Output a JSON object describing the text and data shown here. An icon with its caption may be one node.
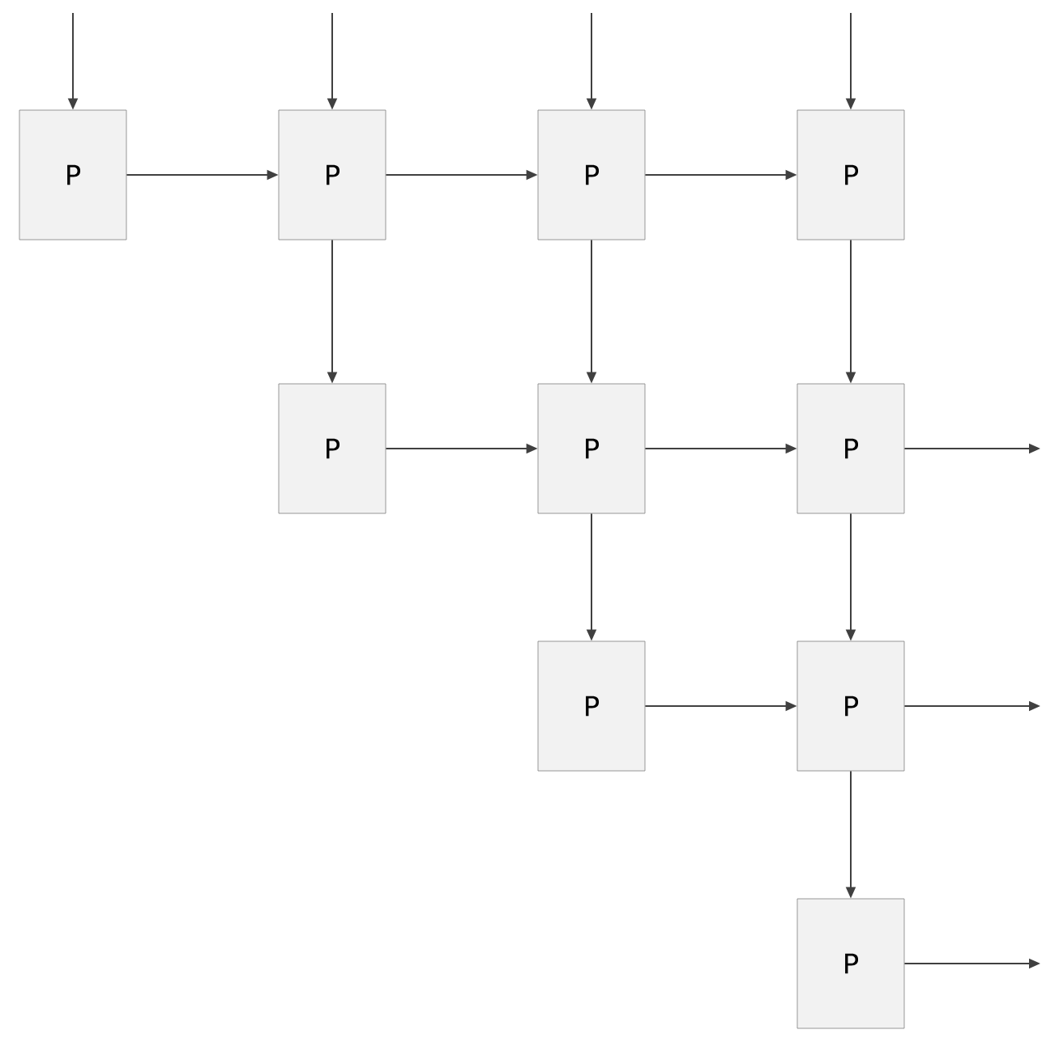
{
  "diagram": {
    "nodes": [
      {
        "text": [
          "P"
        ]
      },
      {
        "text": [
          "P"
        ]
      },
      {
        "text": [
          "P"
        ]
      },
      {
        "text": [
          "P"
        ]
      },
      {
        "text": [
          "P"
        ]
      },
      {
        "text": [
          "P"
        ]
      },
      {
        "text": [
          "P"
        ]
      },
      {
        "text": [
          "P"
        ]
      },
      {
        "text": [
          "P"
        ]
      },
      {
        "text": [
          "P"
        ]
      }
    ],
    "edges": [
      {
        "from": null,
        "to": 0,
        "arrow": "to"
      },
      {
        "from": null,
        "to": 1,
        "arrow": "to"
      },
      {
        "from": null,
        "to": 2,
        "arrow": "to"
      },
      {
        "from": null,
        "to": 3,
        "arrow": "to"
      },
      {
        "from": 0,
        "to": 1,
        "arrow": "to"
      },
      {
        "from": 1,
        "to": 2,
        "arrow": "to"
      },
      {
        "from": 2,
        "to": 3,
        "arrow": "to"
      },
      {
        "from": 1,
        "to": 4,
        "arrow": "to"
      },
      {
        "from": 2,
        "to": 5,
        "arrow": "to"
      },
      {
        "from": 3,
        "to": 6,
        "arrow": "to"
      },
      {
        "from": 4,
        "to": 5,
        "arrow": "to"
      },
      {
        "from": 5,
        "to": 6,
        "arrow": "to"
      },
      {
        "from": 6,
        "to": null,
        "arrow": "to"
      },
      {
        "from": 5,
        "to": 7,
        "arrow": "to"
      },
      {
        "from": 6,
        "to": 8,
        "arrow": "to"
      },
      {
        "from": 7,
        "to": 8,
        "arrow": "to"
      },
      {
        "from": 8,
        "to": null,
        "arrow": "to"
      },
      {
        "from": 8,
        "to": 9,
        "arrow": "to"
      },
      {
        "from": 9,
        "to": null,
        "arrow": "to"
      }
    ]
  }
}
